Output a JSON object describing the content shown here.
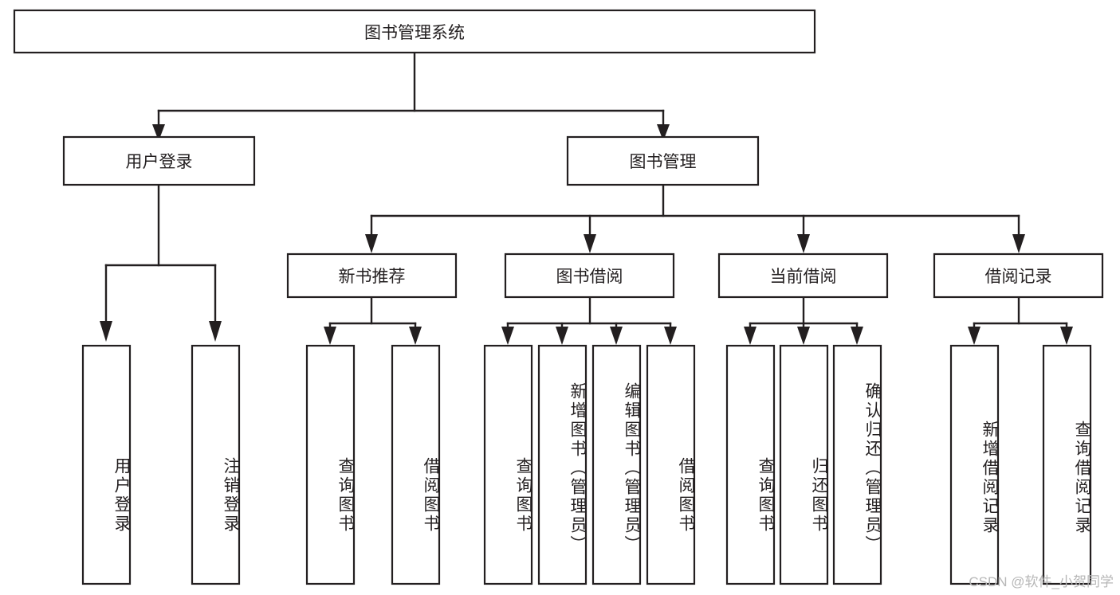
{
  "diagram": {
    "title": "图书管理系统",
    "type": "tree",
    "orientation": "top-down",
    "watermark": "CSDN @软件_小贺同学",
    "colors": {
      "background": "#ffffff",
      "stroke": "#231f20",
      "node_fill": "#ffffff",
      "watermark": "#b7b7b7"
    },
    "root": {
      "label": "图书管理系统"
    },
    "level2": [
      {
        "label": "用户登录"
      },
      {
        "label": "图书管理"
      }
    ],
    "level3": [
      {
        "label": "新书推荐"
      },
      {
        "label": "图书借阅"
      },
      {
        "label": "当前借阅"
      },
      {
        "label": "借阅记录"
      }
    ],
    "leaves": {
      "user_login": [
        {
          "label": "用户登录"
        },
        {
          "label": "注销登录"
        }
      ],
      "new_book_recommend": [
        {
          "label": "查询图书"
        },
        {
          "label": "借阅图书"
        }
      ],
      "book_borrow": [
        {
          "label": "查询图书"
        },
        {
          "label": "新增图书（管理员）"
        },
        {
          "label": "编辑图书（管理员）"
        },
        {
          "label": "借阅图书"
        }
      ],
      "current_borrow": [
        {
          "label": "查询图书"
        },
        {
          "label": "归还图书"
        },
        {
          "label": "确认归还（管理员）"
        }
      ],
      "borrow_record": [
        {
          "label": "新增借阅记录"
        },
        {
          "label": "查询借阅记录"
        }
      ]
    }
  }
}
